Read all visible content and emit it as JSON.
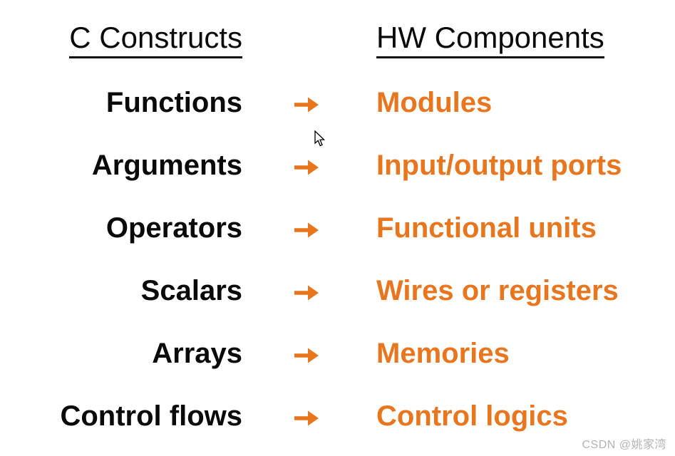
{
  "headers": {
    "left": "C Constructs",
    "right": "HW Components"
  },
  "rows": [
    {
      "c_construct": "Functions",
      "hw_component": "Modules"
    },
    {
      "c_construct": "Arguments",
      "hw_component": "Input/output ports"
    },
    {
      "c_construct": "Operators",
      "hw_component": "Functional units"
    },
    {
      "c_construct": "Scalars",
      "hw_component": "Wires or registers"
    },
    {
      "c_construct": "Arrays",
      "hw_component": "Memories"
    },
    {
      "c_construct": "Control flows",
      "hw_component": "Control logics"
    }
  ],
  "icons": {
    "arrow": "right-arrow",
    "cursor": "mouse-pointer"
  },
  "colors": {
    "accent_orange": "#E8761F",
    "text_black": "#0a0a0a",
    "watermark_gray": "#b3b3b3",
    "background": "#ffffff"
  },
  "watermark": "CSDN @姚家湾"
}
